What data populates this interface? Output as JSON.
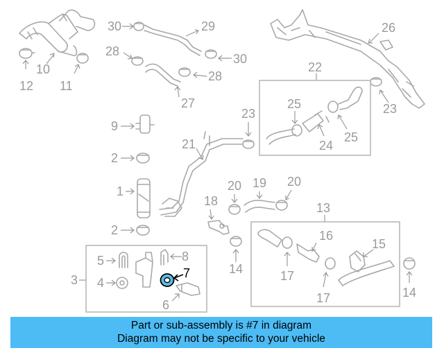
{
  "diagram": {
    "callouts": {
      "c1": "1",
      "c2a": "2",
      "c2b": "2",
      "c3": "3",
      "c4": "4",
      "c5": "5",
      "c6": "6",
      "c7": "7",
      "c8": "8",
      "c9": "9",
      "c10": "10",
      "c11": "11",
      "c12": "12",
      "c13": "13",
      "c14a": "14",
      "c14b": "14",
      "c15": "15",
      "c16": "16",
      "c17a": "17",
      "c17b": "17",
      "c18": "18",
      "c19": "19",
      "c20a": "20",
      "c20b": "20",
      "c21": "21",
      "c22": "22",
      "c23a": "23",
      "c23b": "23",
      "c24": "24",
      "c25a": "25",
      "c25b": "25",
      "c26": "26",
      "c27": "27",
      "c28a": "28",
      "c28b": "28",
      "c29": "29",
      "c30a": "30",
      "c30b": "30"
    },
    "highlight_color": "#5bbfe8",
    "part_color": "#a8a8a8"
  },
  "banner": {
    "line1": "Part or sub-assembly is #7 in diagram",
    "line2": "Diagram may not be specific to your vehicle",
    "background": "#4dbcf5"
  }
}
